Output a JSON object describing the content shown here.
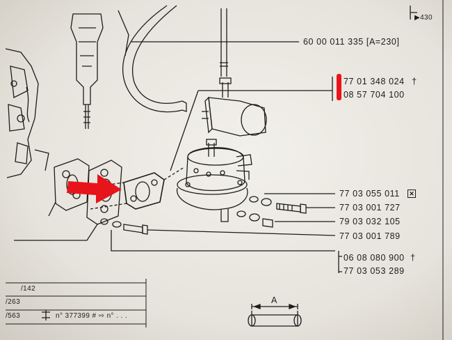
{
  "header": {
    "corner_code": "▶430"
  },
  "parts": {
    "p1": {
      "number": "60 00 011 335",
      "suffix": "[A=230]"
    },
    "p2": {
      "number": "77 01 348 024",
      "mark": "†"
    },
    "p3": {
      "number": "08 57 704 100"
    },
    "p4": {
      "number": "77 03 055 011",
      "mark": "✕"
    },
    "p5": {
      "number": "77 03 001 727"
    },
    "p6": {
      "number": "79 03 032 105"
    },
    "p7": {
      "number": "77 03 001 789"
    },
    "p8": {
      "number": "06 08 080 900",
      "mark": "†"
    },
    "p9": {
      "number": "77 03 053 289"
    }
  },
  "footer": {
    "ref1": "/142",
    "ref2": "/263",
    "ref3": "/563",
    "ref3_tail": "n° 377399 # ⇨ n° . . ."
  },
  "dimension_label": "A",
  "colors": {
    "highlight": "#e8141b",
    "ink": "#1c1c1c",
    "paper": "#f2f0ea"
  }
}
